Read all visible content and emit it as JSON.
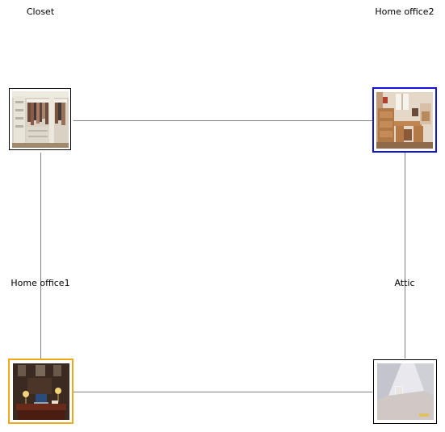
{
  "nodes": [
    {
      "id": "closet",
      "label": "Closet",
      "highlight": "none",
      "highlight_color": "#000000",
      "thumbnail": "closet-photo"
    },
    {
      "id": "home_office2",
      "label": "Home office2",
      "highlight": "selected",
      "highlight_color": "#1414d8",
      "thumbnail": "home-office2-photo"
    },
    {
      "id": "home_office1",
      "label": "Home office1",
      "highlight": "selected",
      "highlight_color": "#f0a818",
      "thumbnail": "home-office1-photo"
    },
    {
      "id": "attic",
      "label": "Attic",
      "highlight": "none",
      "highlight_color": "#000000",
      "thumbnail": "attic-photo"
    }
  ],
  "edges": [
    {
      "from": "closet",
      "to": "home_office2"
    },
    {
      "from": "closet",
      "to": "home_office1"
    },
    {
      "from": "home_office2",
      "to": "attic"
    },
    {
      "from": "home_office1",
      "to": "attic"
    }
  ],
  "edge_color": "#808080"
}
